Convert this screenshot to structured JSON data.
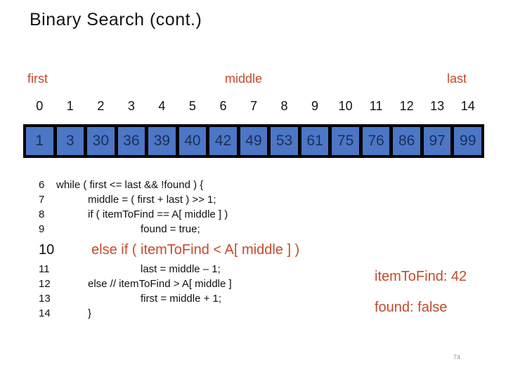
{
  "slide": {
    "title": "Binary Search (cont.)",
    "page_number": "74"
  },
  "array_viz": {
    "labels": {
      "first": "first",
      "middle": "middle",
      "last": "last"
    },
    "indices": [
      "0",
      "1",
      "2",
      "3",
      "4",
      "5",
      "6",
      "7",
      "8",
      "9",
      "10",
      "11",
      "12",
      "13",
      "14"
    ],
    "values": [
      "1",
      "3",
      "30",
      "36",
      "39",
      "40",
      "42",
      "49",
      "53",
      "61",
      "75",
      "76",
      "86",
      "97",
      "99"
    ]
  },
  "code": {
    "lines": [
      {
        "num": "6",
        "text": "while ( first <= last && !found ) {",
        "indent": 0,
        "highlight": false
      },
      {
        "num": "7",
        "text": "middle = ( first + last ) >> 1;",
        "indent": 1,
        "highlight": false
      },
      {
        "num": "8",
        "text": "if ( itemToFind == A[ middle ] )",
        "indent": 1,
        "highlight": false
      },
      {
        "num": "9",
        "text": "found = true;",
        "indent": 2,
        "highlight": false
      },
      {
        "num": "10",
        "text": "else if ( itemToFind < A[ middle ] )",
        "indent": 1,
        "highlight": true
      },
      {
        "num": "11",
        "text": "last = middle – 1;",
        "indent": 2,
        "highlight": false
      },
      {
        "num": "12",
        "text": "else // itemToFind > A[ middle ]",
        "indent": 1,
        "highlight": false
      },
      {
        "num": "13",
        "text": "first = middle + 1;",
        "indent": 2,
        "highlight": false
      },
      {
        "num": "14",
        "text": "}",
        "indent": 1,
        "highlight": false
      }
    ]
  },
  "state": {
    "item_to_find": "itemToFind: 42",
    "found": "found:  false"
  },
  "colors": {
    "accent_orange": "#c44a2b",
    "cell_blue": "#4c76c6",
    "cell_text": "#1b2f57",
    "array_border": "#000000"
  }
}
